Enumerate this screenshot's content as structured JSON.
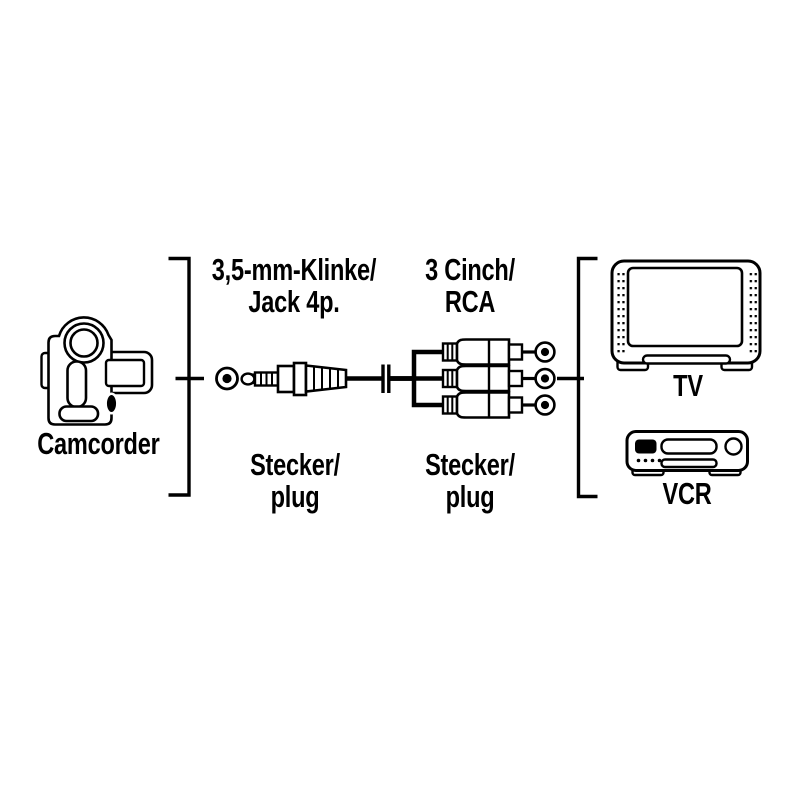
{
  "diagram": {
    "colors": {
      "background": "#ffffff",
      "line": "#000000"
    },
    "camcorder": {
      "label": "Camcorder"
    },
    "jack_connector": {
      "type_line1": "3,5-mm-Klinke/",
      "type_line2": "Jack 4p.",
      "role_line1": "Stecker/",
      "role_line2": "plug"
    },
    "cinch_connector": {
      "type_line1": "3 Cinch/",
      "type_line2": "RCA",
      "role_line1": "Stecker/",
      "role_line2": "plug"
    },
    "tv": {
      "label": "TV"
    },
    "vcr": {
      "label": "VCR"
    }
  }
}
